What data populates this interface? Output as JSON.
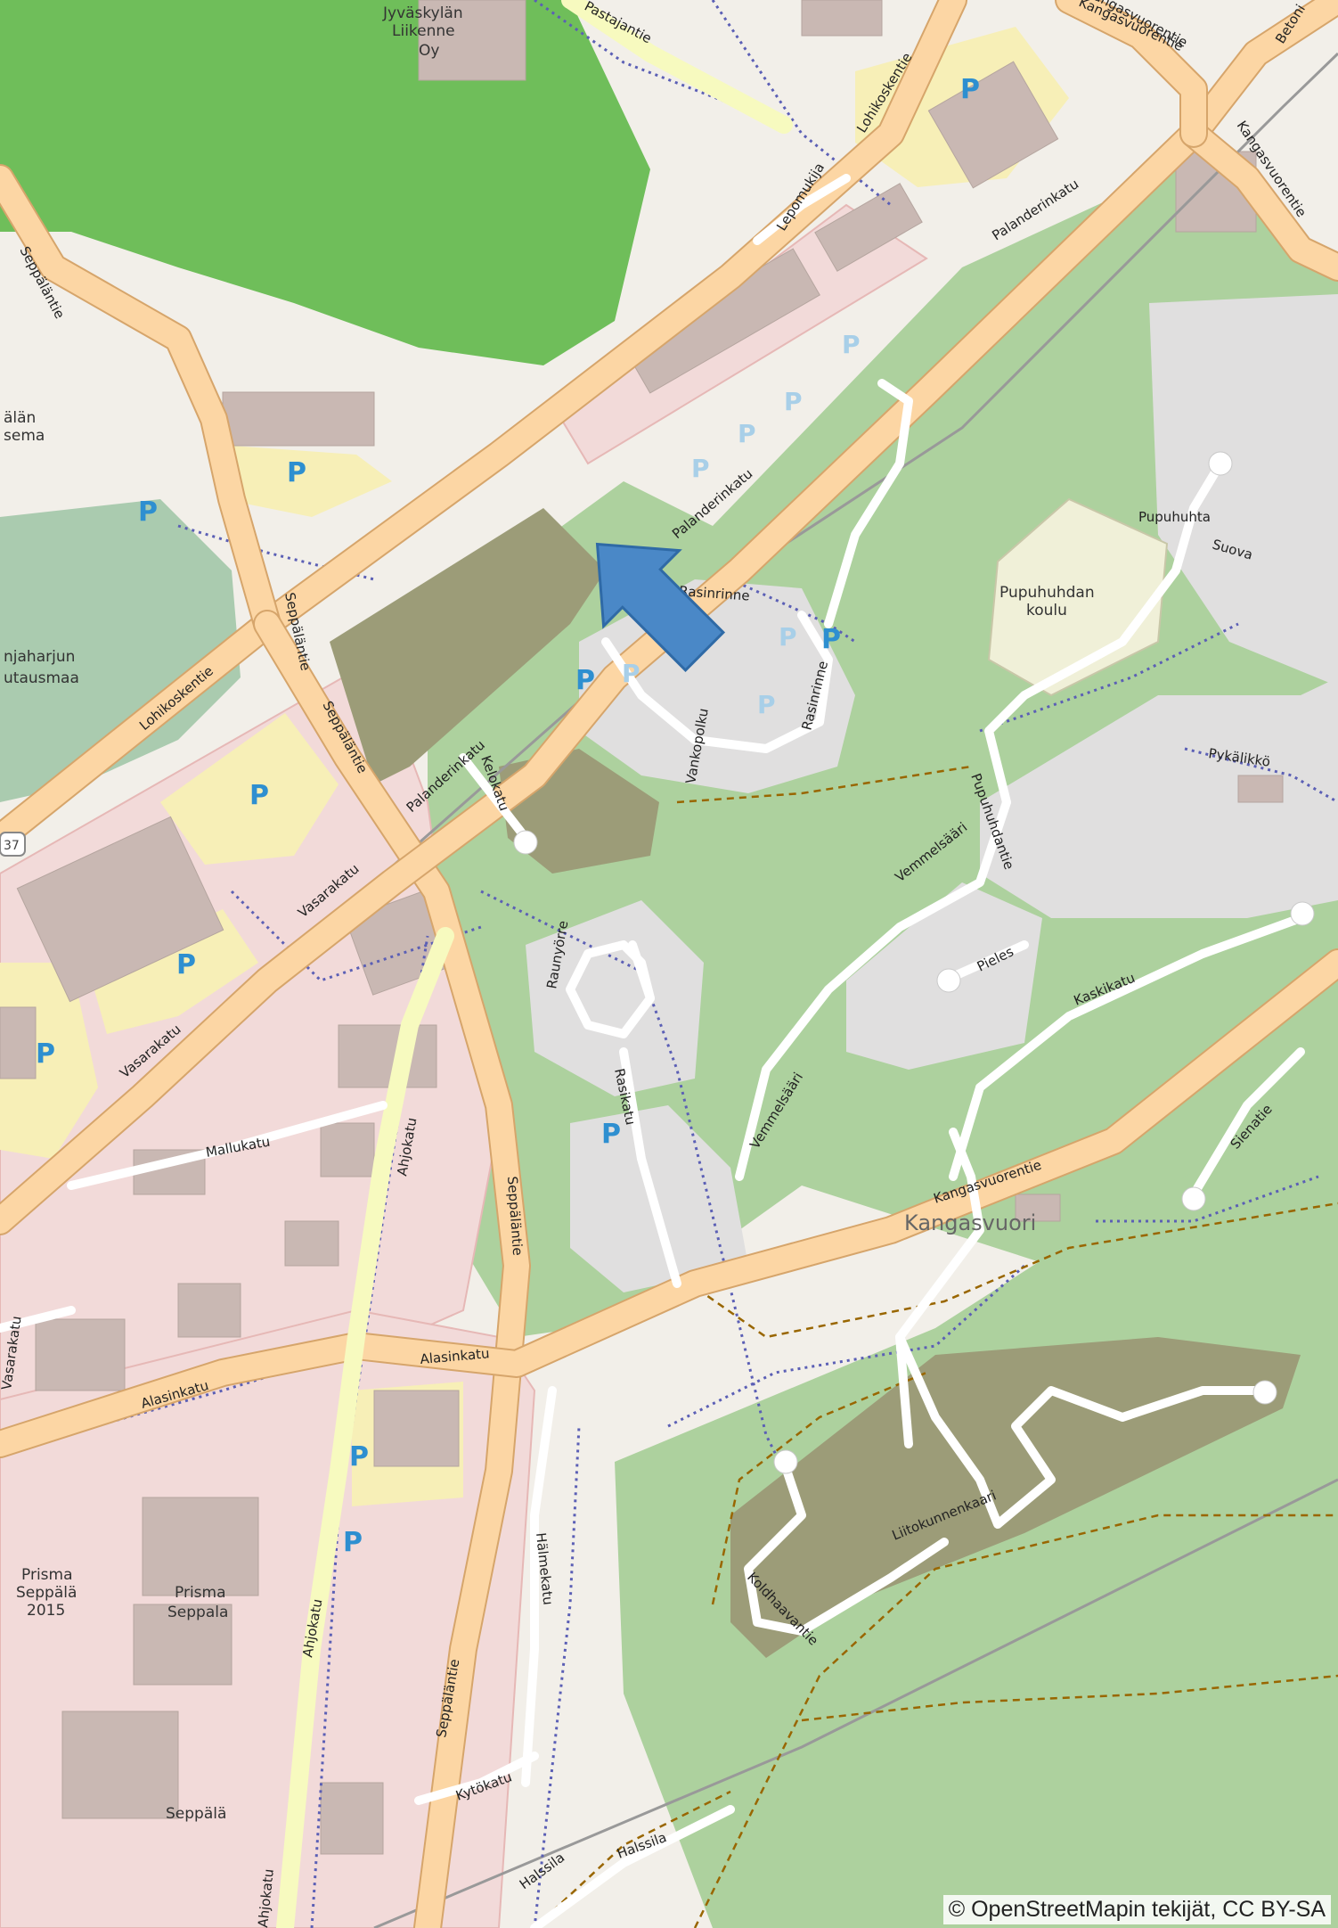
{
  "map": {
    "attribution": "© OpenStreetMapin tekijät, CC BY-SA",
    "colors": {
      "background": "#f2efe9",
      "forest": "#add19e",
      "dense_forest": "#6fbe5a",
      "cemetery": "#aacbaf",
      "commercial": "#f2dad9",
      "residential": "#e0dfdf",
      "building": "#c9b8b3",
      "parking": "#f7efb7",
      "school": "#f0f0d8",
      "scrub": "#9c9c78",
      "major_road": "#fcd6a4",
      "minor_road": "#ffffff",
      "secondary_road": "#f7fabf",
      "footway": "#5b5fb5",
      "track": "#996600",
      "railway": "#999999",
      "arrow": "#4a88c7",
      "parking_symbol": "#2e8fd0"
    },
    "road_labels": [
      "Lohikoskentie",
      "Lohikoskentie",
      "Palanderinkatu",
      "Palanderinkatu",
      "Palanderinkatu",
      "Seppäläntie",
      "Seppäläntie",
      "Seppäläntie",
      "Seppäläntie",
      "Seppäläntie",
      "Vasarakatu",
      "Vasarakatu",
      "Vasarakatu",
      "Alasinkatu",
      "Alasinkatu",
      "Ahjokatu",
      "Ahjokatu",
      "Ahjokatu",
      "Kangasvuorentie",
      "Kangasvuorentie",
      "Kangasvuorentie",
      "Rasinrinne",
      "Rasinrinne",
      "Vankopolku",
      "Rasikatu",
      "Raunyörre",
      "Kelokatu",
      "Vemmelsääri",
      "Vemmelsääri",
      "Pupuhuhdantie",
      "Pupuhuhta",
      "Suova",
      "Pykälikkö",
      "Pieles",
      "Kaskikatu",
      "Sienatie",
      "Liitokunnenkaari",
      "Koldhaavantie",
      "Hälmekatu",
      "Kytökatu",
      "Halssila",
      "Halssila",
      "Mallukatu",
      "Lepomukija",
      "Betoni",
      "Pastajantie",
      "Kangasvuorentie"
    ],
    "place_labels": [
      "Jyväskylän",
      "Liikenne",
      "Oy",
      "älän",
      "sema",
      "njaharjun",
      "utausmaa",
      "Pupuhuhdan",
      "koulu",
      "Prisma",
      "Seppälä",
      "2015",
      "Prisma",
      "Seppala",
      "Seppälä"
    ],
    "area_label": "Kangasvuori",
    "parking_symbol": "P",
    "route_number": "37",
    "arrow": {
      "direction": "north-west",
      "label": ""
    }
  }
}
